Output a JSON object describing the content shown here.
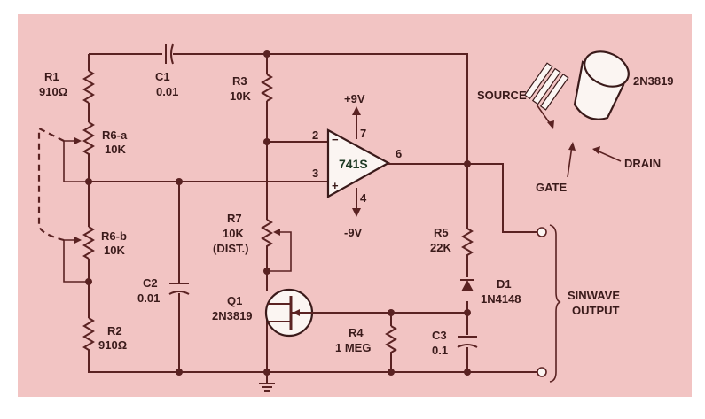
{
  "components": {
    "r1": {
      "ref": "R1",
      "value": "910Ω"
    },
    "r2": {
      "ref": "R2",
      "value": "910Ω"
    },
    "r3": {
      "ref": "R3",
      "value": "10K"
    },
    "r4": {
      "ref": "R4",
      "value": "1 MEG"
    },
    "r5": {
      "ref": "R5",
      "value": "22K"
    },
    "r6a": {
      "ref": "R6-a",
      "value": "10K"
    },
    "r6b": {
      "ref": "R6-b",
      "value": "10K"
    },
    "r7": {
      "ref": "R7",
      "value": "10K",
      "note": "(DIST.)"
    },
    "c1": {
      "ref": "C1",
      "value": "0.01"
    },
    "c2": {
      "ref": "C2",
      "value": "0.01"
    },
    "c3": {
      "ref": "C3",
      "value": "0.1"
    },
    "d1": {
      "ref": "D1",
      "value": "1N4148"
    },
    "q1": {
      "ref": "Q1",
      "value": "2N3819"
    },
    "opamp": {
      "part": "741S",
      "pin_inv": "2",
      "pin_noninv": "3",
      "pin_out": "6",
      "pin_vpos": "7",
      "pin_vneg": "4",
      "minus_sign": "−",
      "plus_sign": "+"
    }
  },
  "supply": {
    "positive": "+9V",
    "negative": "-9V"
  },
  "output_label": {
    "line1": "SINWAVE",
    "line2": "OUTPUT"
  },
  "package_diagram": {
    "part": "2N3819",
    "pins": {
      "source": "SOURCE",
      "gate": "GATE",
      "drain": "DRAIN"
    }
  }
}
